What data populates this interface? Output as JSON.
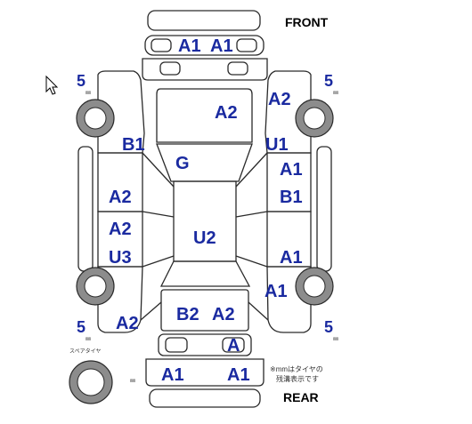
{
  "labels": {
    "front": "FRONT",
    "rear": "REAR",
    "spare_tire": "スペアタイヤ",
    "note_line1": "※mmはタイヤの",
    "note_line2": "残溝表示です",
    "mm": "㎜"
  },
  "tread": {
    "front_left": "5",
    "front_right": "5",
    "rear_left": "5",
    "rear_right": "5"
  },
  "codes": {
    "front_bumper_left": "A1",
    "front_bumper_right": "A1",
    "hood": "A2",
    "front_right_fender": "A2",
    "left_pillar": "B1",
    "windshield": "G",
    "right_pillar": "U1",
    "right_front_door_1": "A1",
    "right_front_door_2": "B1",
    "left_front_door": "A2",
    "left_rear_door_1": "A2",
    "left_rear_door_2": "U3",
    "roof": "U2",
    "right_rear_door": "A1",
    "rear_right_quarter": "A1",
    "rear_left_quarter": "A2",
    "trunk_left": "B2",
    "trunk_right": "A2",
    "rear_panel": "A",
    "rear_bumper_left": "A1",
    "rear_bumper_right": "A1"
  },
  "colors": {
    "code": "#1a2aa0",
    "line": "#2a2a2a",
    "tire": "#8c8c8c"
  }
}
